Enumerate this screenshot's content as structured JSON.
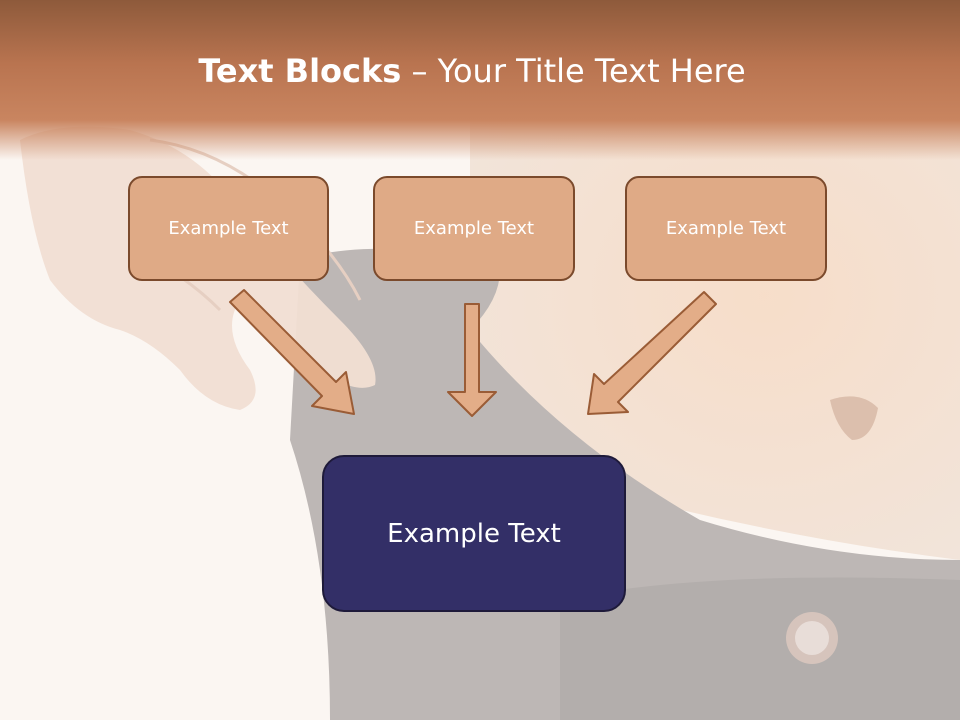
{
  "title": {
    "bold_part": "Text Blocks",
    "rest": " – Your Title Text Here"
  },
  "blocks": [
    {
      "label": "Example Text"
    },
    {
      "label": "Example Text"
    },
    {
      "label": "Example Text"
    }
  ],
  "main_block": {
    "label": "Example Text"
  },
  "colors": {
    "title_band": "#b97450",
    "box_fill": "#dfaa86",
    "box_border": "#7b4a2c",
    "main_box_fill": "#332f67",
    "arrow_fill": "#e3ad88"
  }
}
